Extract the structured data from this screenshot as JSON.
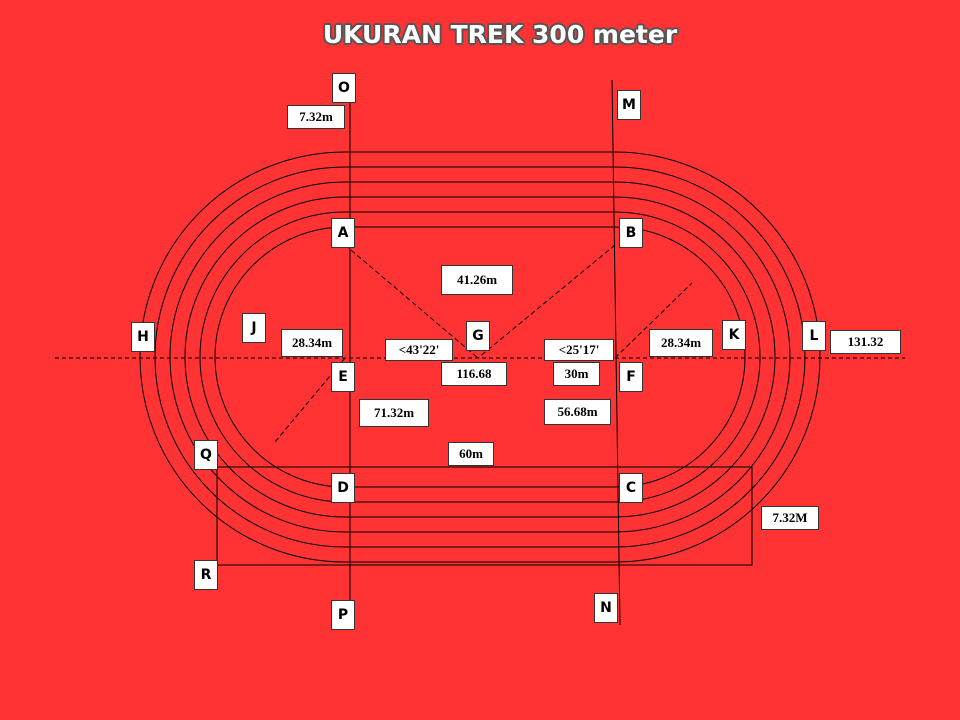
{
  "title": "UKURAN TREK 300 meter",
  "colors": {
    "background": "#ff3333",
    "lines": "#000000",
    "box": "#ffffff"
  },
  "letters": {
    "O": "O",
    "M": "M",
    "A": "A",
    "B": "B",
    "H": "H",
    "J": "J",
    "G": "G",
    "K": "K",
    "L": "L",
    "E": "E",
    "F": "F",
    "Q": "Q",
    "D": "D",
    "C": "C",
    "R": "R",
    "P": "P",
    "N": "N"
  },
  "measures": {
    "lane_top": "7.32m",
    "dist_AB_diag": "41.26m",
    "left_radius": "28.34m",
    "right_radius": "28.34m",
    "angle_left": "<43'22'",
    "angle_right": "<25'17'",
    "dist_EG": "116.68",
    "dist_GF": "30m",
    "dist_left_lower": "71.32m",
    "dist_right_lower": "56.68m",
    "straight": "60m",
    "lane_bottom": "7.32M",
    "total": "131.32"
  }
}
